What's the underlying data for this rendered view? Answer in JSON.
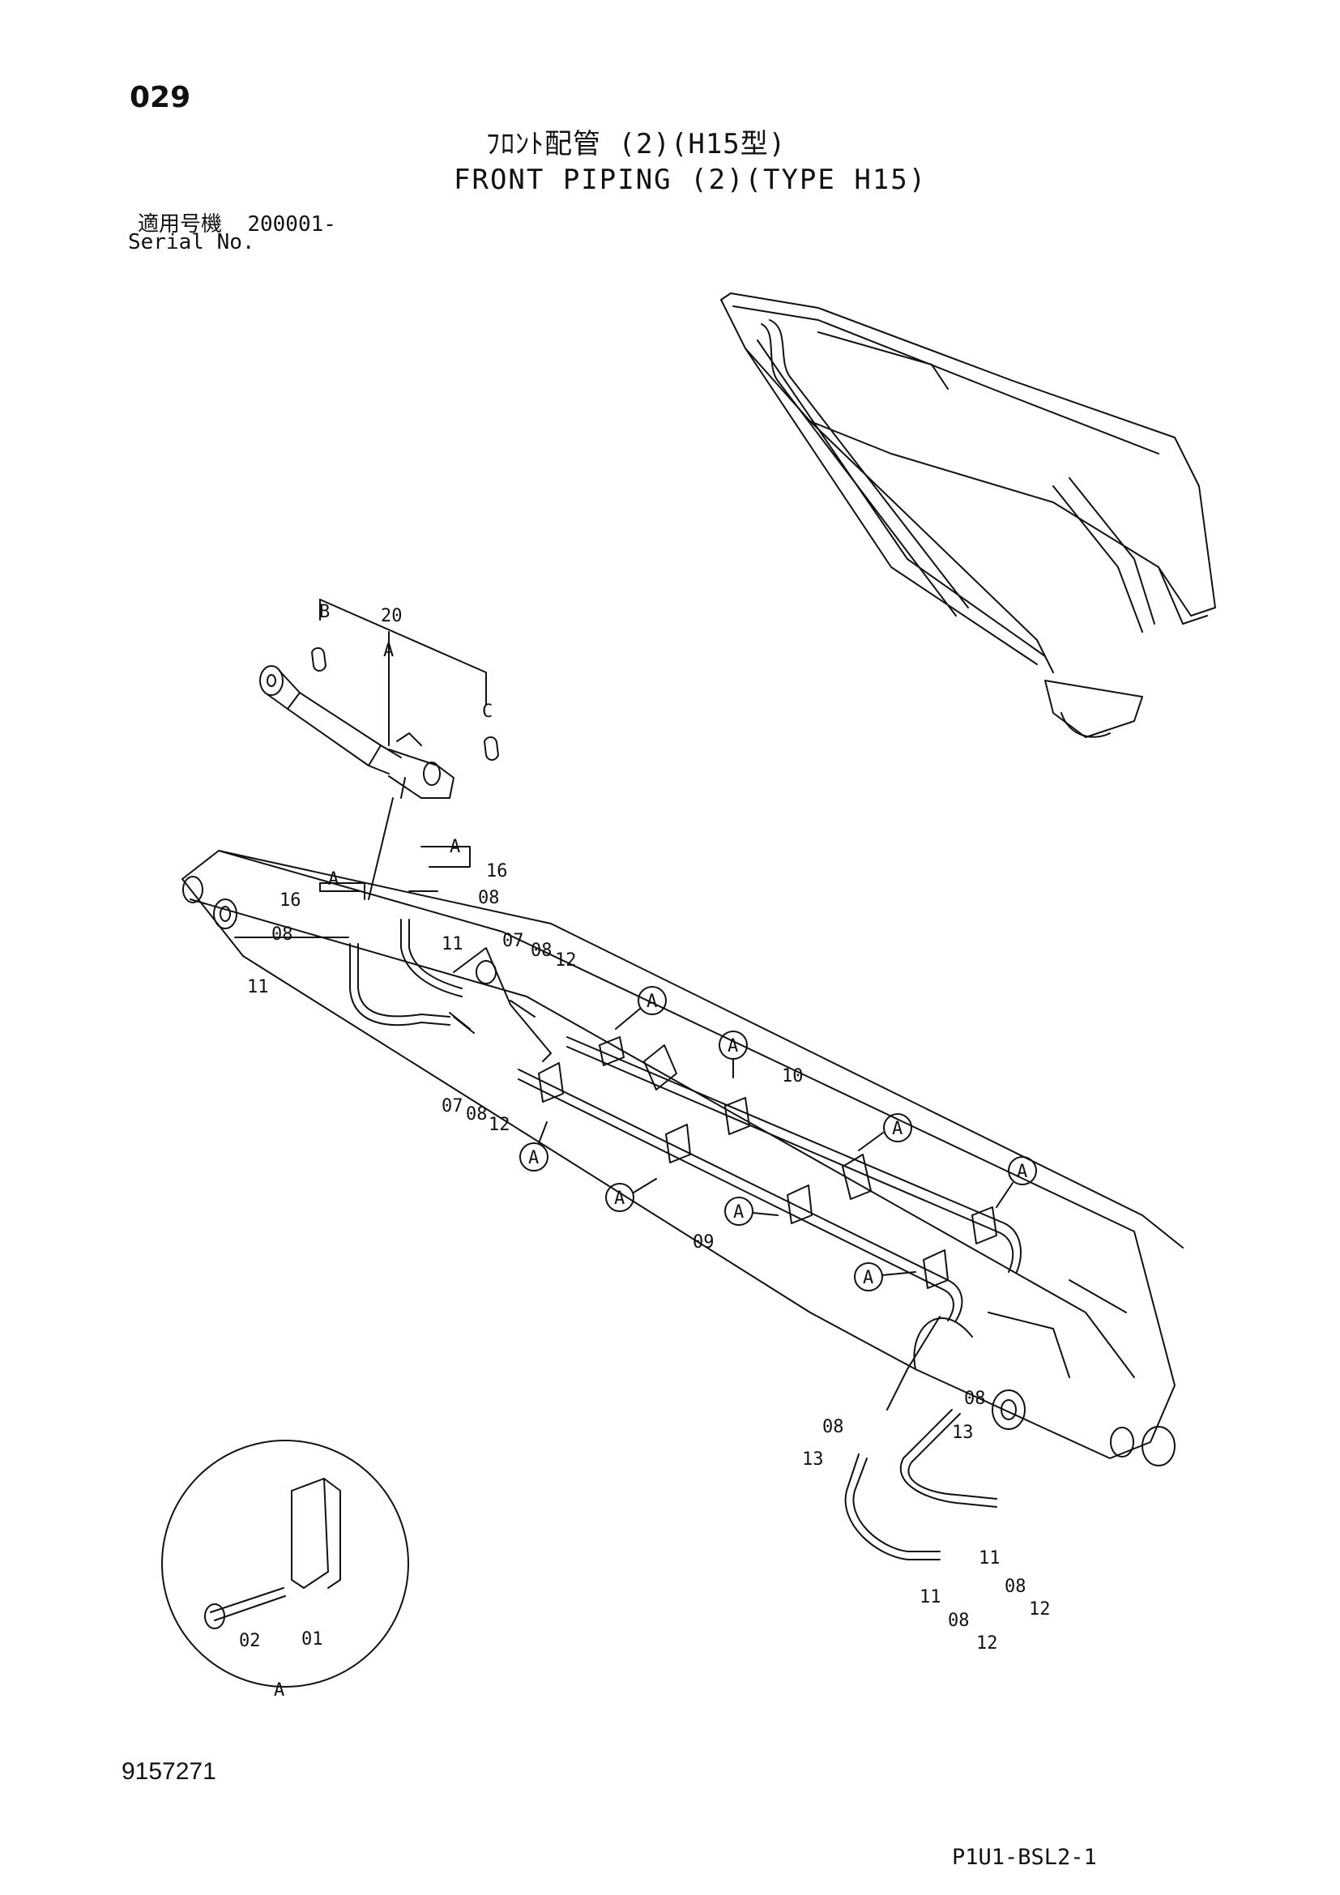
{
  "header": {
    "page_number": "029",
    "title_jp": "ﾌﾛﾝﾄ配管 (2)(H15型)",
    "title_en": "FRONT PIPING (2)(TYPE H15)",
    "serial_label_jp": "適用号機",
    "serial_value": "200001-",
    "serial_label_en": "Serial No."
  },
  "footer": {
    "drawing_number": "9157271",
    "reference_code": "P1U1-BSL2-1"
  },
  "callouts": {
    "c20": "20",
    "cB": "B",
    "cC": "C",
    "cA_cyl": "A",
    "cA_r1": "A",
    "cA_r2": "A",
    "c16_r": "16",
    "c16_l": "16",
    "c08_a": "08",
    "c08_b": "08",
    "c11_a": "11",
    "c11_b": "11",
    "c07_a": "07",
    "c08_c": "08",
    "c12_a": "12",
    "c07_b": "07",
    "c08_d": "08",
    "c12_b": "12",
    "c10": "10",
    "c09": "09",
    "cA1": "A",
    "cA2": "A",
    "cA3": "A",
    "cA4": "A",
    "cA5": "A",
    "cA6": "A",
    "cA7": "A",
    "cA8": "A",
    "c08_e": "08",
    "c08_f": "08",
    "c13_a": "13",
    "c13_b": "13",
    "c11_c": "11",
    "c11_d": "11",
    "c08_g": "08",
    "c08_h": "08",
    "c12_c": "12",
    "c12_d": "12",
    "c02": "02",
    "c01": "01",
    "cA_detail": "A"
  }
}
